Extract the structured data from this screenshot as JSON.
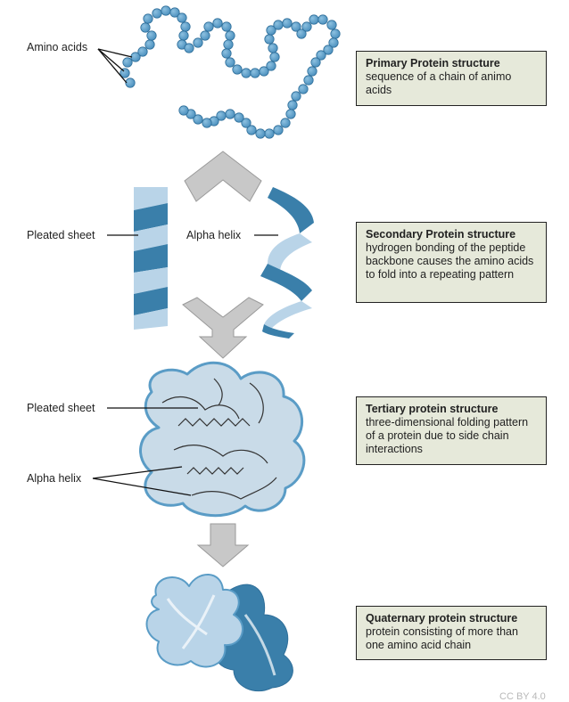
{
  "labels": {
    "amino_acids": "Amino acids",
    "pleated_sheet_1": "Pleated sheet",
    "alpha_helix_1": "Alpha helix",
    "pleated_sheet_2": "Pleated sheet",
    "alpha_helix_2": "Alpha helix"
  },
  "levels": [
    {
      "title": "Primary Protein structure",
      "description": "sequence of a chain of animo acids"
    },
    {
      "title": "Secondary Protein structure",
      "description": "hydrogen bonding of the peptide backbone causes the amino acids to fold into a repeating pattern"
    },
    {
      "title": "Tertiary protein structure",
      "description": "three-dimensional folding pattern of a protein due to side chain interactions"
    },
    {
      "title": "Quaternary protein structure",
      "description": "protein consisting of more than one amino acid chain"
    }
  ],
  "credit": "CC BY 4.0",
  "colors": {
    "bead": "#5a9cc6",
    "bead_edge": "#2f6f9a",
    "strand_dark": "#3a7faa",
    "strand_light": "#b9d4e8",
    "tertiary_fill": "#c9dbe8",
    "tertiary_edge": "#5a9cc6",
    "arrow": "#c8c8c8",
    "box_bg": "#e6e9da"
  }
}
